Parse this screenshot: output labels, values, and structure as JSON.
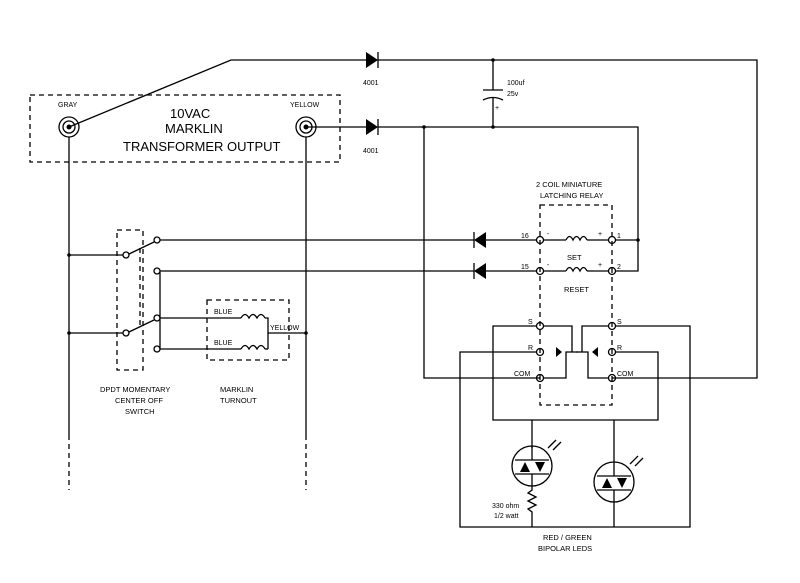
{
  "transformer": {
    "line1": "10VAC",
    "line2": "MARKLIN",
    "line3": "TRANSFORMER OUTPUT",
    "terminal_left": "GRAY",
    "terminal_right": "YELLOW"
  },
  "diodes": {
    "top": "4001",
    "bottom": "4001"
  },
  "capacitor": {
    "value": "100uf",
    "voltage": "25v",
    "polarity": "+"
  },
  "relay": {
    "title_line1": "2 COIL MINIATURE",
    "title_line2": "LATCHING RELAY",
    "coil_set": "SET",
    "coil_reset": "RESET",
    "pin16": "16",
    "pin15": "15",
    "pin1": "1",
    "pin2": "2",
    "minus": "-",
    "plus": "+",
    "s": "S",
    "r": "R",
    "com": "COM"
  },
  "switch": {
    "line1": "DPDT MOMENTARY",
    "line2": "CENTER OFF",
    "line3": "SWITCH"
  },
  "turnout": {
    "line1": "MARKLIN",
    "line2": "TURNOUT",
    "blue": "BLUE",
    "yellow": "YELLOW"
  },
  "resistor": {
    "line1": "330 ohm",
    "line2": "1/2 watt"
  },
  "leds": {
    "line1": "RED / GREEN",
    "line2": "BIPOLAR LEDS"
  }
}
